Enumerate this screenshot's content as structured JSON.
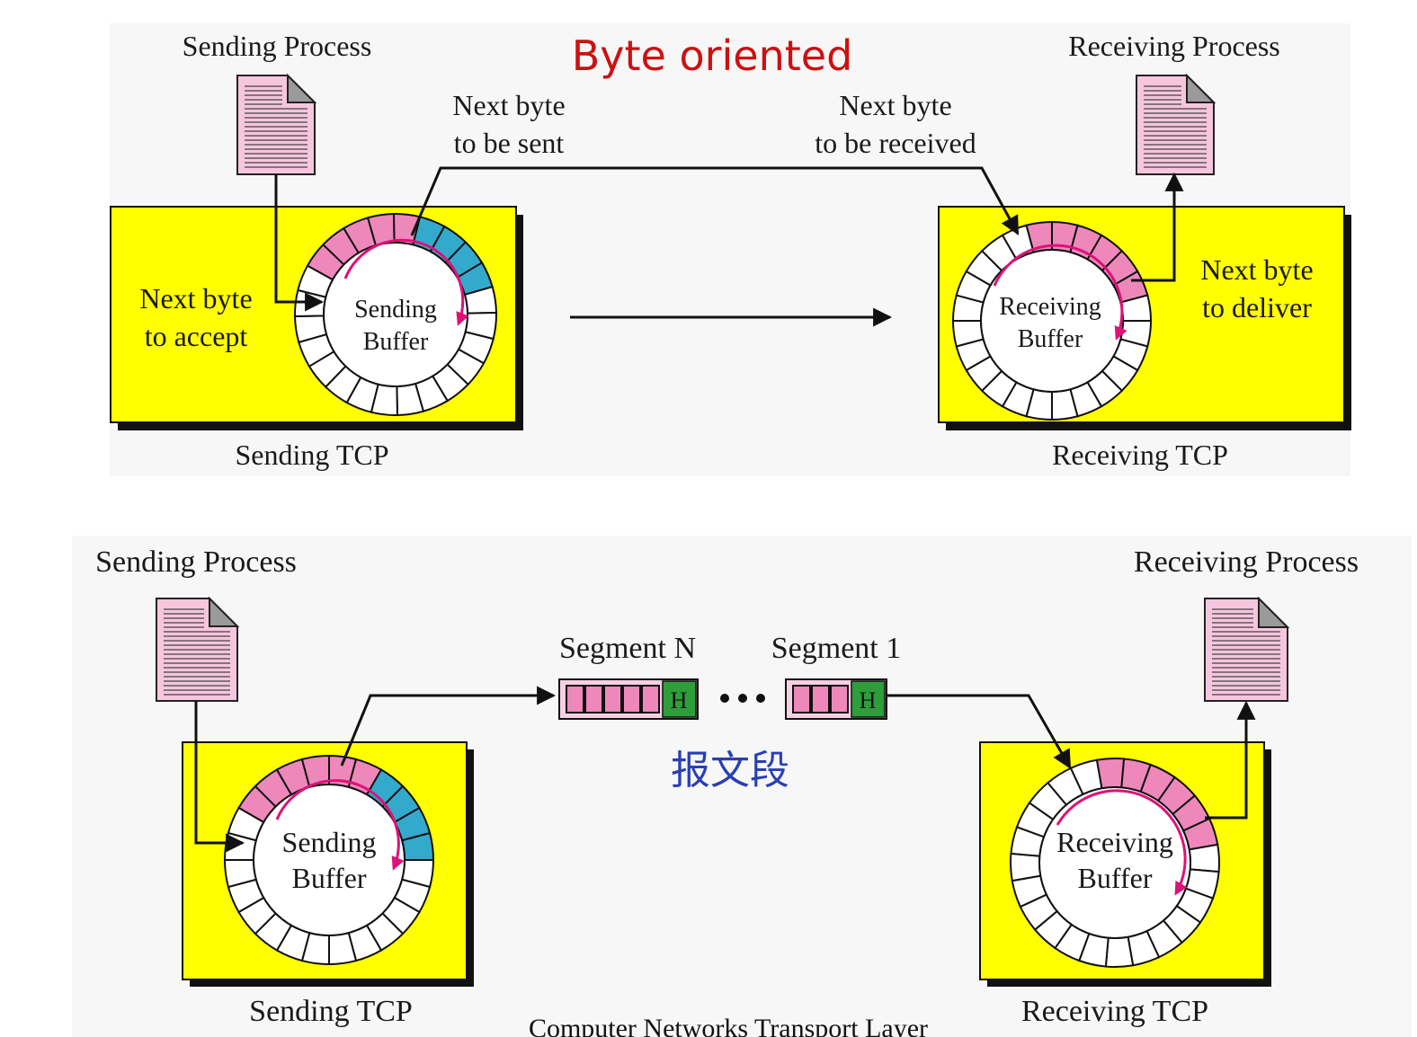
{
  "title": "Byte oriented",
  "annotation_cn": "报文段",
  "footer": "Computer Networks  Transport Layer",
  "colors": {
    "panel_bg": "#f7f7f7",
    "tcp_box": "#ffff00",
    "written_byte": "#ee88bb",
    "sent_byte": "#33aacc",
    "header": "#2e9e3a",
    "doc_page": "#f5c6dd",
    "rotation_arrow": "#dd1177",
    "title": "#cc1111",
    "cjk": "#2a3fb3"
  },
  "icons": [
    "document-icon",
    "document-icon",
    "document-icon",
    "document-icon"
  ],
  "top": {
    "sending_process": "Sending Process",
    "receiving_process": "Receiving Process",
    "next_byte_sent": [
      "Next byte",
      "to be sent"
    ],
    "next_byte_received": [
      "Next byte",
      "to be received"
    ],
    "next_byte_accept": [
      "Next byte",
      "to accept"
    ],
    "next_byte_deliver": [
      "Next byte",
      "to deliver"
    ],
    "sending_buffer": [
      "Sending",
      "Buffer"
    ],
    "receiving_buffer": [
      "Receiving",
      "Buffer"
    ],
    "sending_tcp": "Sending TCP",
    "receiving_tcp": "Receiving TCP"
  },
  "bottom": {
    "sending_process": "Sending Process",
    "receiving_process": "Receiving Process",
    "segment_n": "Segment N",
    "segment_1": "Segment 1",
    "header_mark": "H",
    "sending_buffer": [
      "Sending",
      "Buffer"
    ],
    "receiving_buffer": [
      "Receiving",
      "Buffer"
    ],
    "sending_tcp": "Sending TCP",
    "receiving_tcp": "Receiving TCP"
  }
}
